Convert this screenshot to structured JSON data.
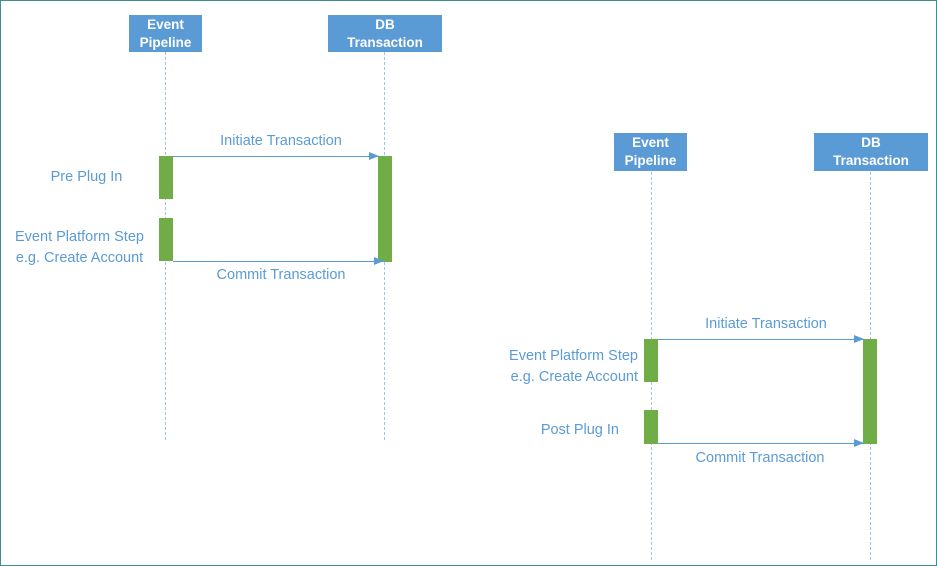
{
  "diagram_left": {
    "pipeline_header": [
      "Event",
      "Pipeline"
    ],
    "db_header": [
      "DB",
      "Transaction"
    ],
    "msg_initiate": "Initiate Transaction",
    "msg_commit": "Commit Transaction",
    "step1": [
      "Pre Plug In"
    ],
    "step2": [
      "Event Platform Step",
      "e.g. Create Account"
    ]
  },
  "diagram_right": {
    "pipeline_header": [
      "Event",
      "Pipeline"
    ],
    "db_header": [
      "DB",
      "Transaction"
    ],
    "msg_initiate": "Initiate Transaction",
    "msg_commit": "Commit Transaction",
    "step1": [
      "Event Platform Step",
      "e.g. Create Account"
    ],
    "step2": [
      "Post Plug In"
    ]
  },
  "colors": {
    "header_fill": "#5b9bd5",
    "activation": "#70ad47",
    "text": "#5b9bd5",
    "lifeline": "#9dc3e6",
    "frame": "#3f8e8e"
  }
}
